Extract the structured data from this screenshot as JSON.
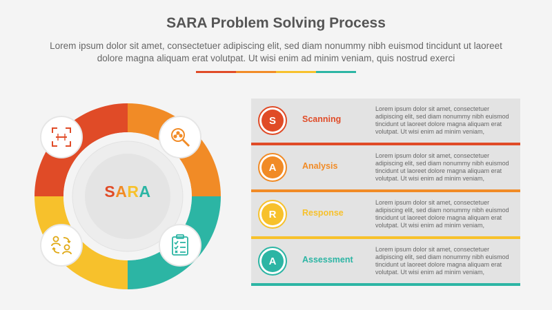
{
  "header": {
    "title": "SARA Problem Solving Process",
    "subtitle": "Lorem ipsum dolor sit amet, consectetuer adipiscing elit, sed diam nonummy nibh euismod tincidunt ut laoreet dolore magna aliquam erat volutpat. Ut wisi enim ad minim veniam, quis nostrud exerci"
  },
  "colors": {
    "red": "#e04b27",
    "orange": "#f18b26",
    "yellow": "#f7c12c",
    "teal": "#2cb5a4",
    "title_rule": [
      "#e04b27",
      "#f18b26",
      "#f7c12c",
      "#2cb5a4"
    ]
  },
  "center": {
    "letters": [
      {
        "char": "S",
        "color": "#e04b27"
      },
      {
        "char": "A",
        "color": "#f18b26"
      },
      {
        "char": "R",
        "color": "#f7c12c"
      },
      {
        "char": "A",
        "color": "#2cb5a4"
      }
    ]
  },
  "icons": [
    "scan-frame-icon",
    "magnifier-analysis-icon",
    "people-exchange-icon",
    "checklist-clipboard-icon"
  ],
  "steps": [
    {
      "letter": "S",
      "label": "Scanning",
      "color": "#e04b27",
      "desc": "Lorem ipsum dolor sit amet, consectetuer adipiscing elit, sed diam nonummy nibh euismod tincidunt ut laoreet dolore magna aliquam erat volutpat. Ut wisi enim ad minim veniam,"
    },
    {
      "letter": "A",
      "label": "Analysis",
      "color": "#f18b26",
      "desc": "Lorem ipsum dolor sit amet, consectetuer adipiscing elit, sed diam nonummy nibh euismod tincidunt ut laoreet dolore magna aliquam erat volutpat. Ut wisi enim ad minim veniam,"
    },
    {
      "letter": "R",
      "label": "Response",
      "color": "#f7c12c",
      "desc": "Lorem ipsum dolor sit amet, consectetuer adipiscing elit, sed diam nonummy nibh euismod tincidunt ut laoreet dolore magna aliquam erat volutpat. Ut wisi enim ad minim veniam,"
    },
    {
      "letter": "A",
      "label": "Assessment",
      "color": "#2cb5a4",
      "desc": "Lorem ipsum dolor sit amet, consectetuer adipiscing elit, sed diam nonummy nibh euismod tincidunt ut laoreet dolore magna aliquam erat volutpat. Ut wisi enim ad minim veniam,"
    }
  ]
}
